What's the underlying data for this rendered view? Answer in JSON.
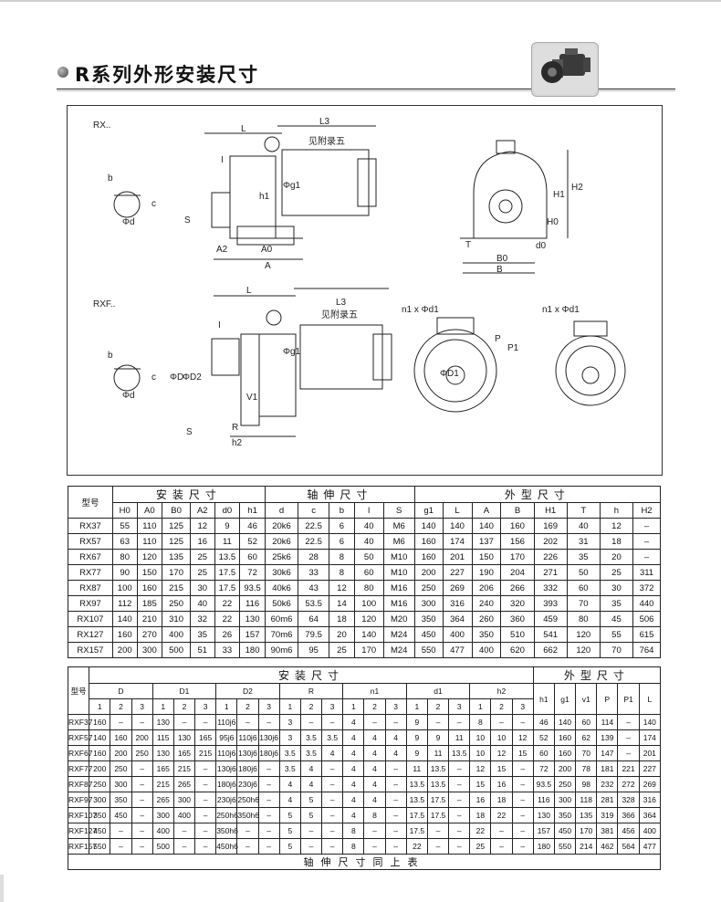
{
  "header": {
    "title": "R系列外形安装尺寸"
  },
  "drawing": {
    "rx": {
      "model_label": "RX..",
      "dims": [
        "L",
        "L3",
        "见附录五",
        "I",
        "b",
        "c",
        "Φd",
        "S",
        "h1",
        "Φg1",
        "A2",
        "A0",
        "A",
        "H0",
        "H1",
        "H2",
        "T",
        "B0",
        "B",
        "d0"
      ]
    },
    "rxf": {
      "model_label": "RXF..",
      "dims": [
        "L",
        "L3",
        "见附录五",
        "I",
        "Φg1",
        "b",
        "c",
        "Φd",
        "ΦD",
        "ΦD2",
        "V1",
        "S",
        "R",
        "h2",
        "n1 x Φd1",
        "n1 x Φd1",
        "P",
        "P1",
        "ΦD1"
      ]
    }
  },
  "table1": {
    "model_header": "型号",
    "group_headers": [
      "安装尺寸",
      "轴伸尺寸",
      "外型尺寸"
    ],
    "columns": [
      "H0",
      "A0",
      "B0",
      "A2",
      "d0",
      "h1",
      "d",
      "c",
      "b",
      "l",
      "S",
      "g1",
      "L",
      "A",
      "B",
      "H1",
      "T",
      "h",
      "H2"
    ],
    "rows": [
      [
        "RX37",
        "55",
        "110",
        "125",
        "12",
        "9",
        "46",
        "20k6",
        "22.5",
        "6",
        "40",
        "M6",
        "140",
        "140",
        "140",
        "160",
        "169",
        "40",
        "12",
        "–"
      ],
      [
        "RX57",
        "63",
        "110",
        "125",
        "16",
        "11",
        "52",
        "20k6",
        "22.5",
        "6",
        "40",
        "M6",
        "160",
        "174",
        "137",
        "156",
        "202",
        "31",
        "18",
        "–"
      ],
      [
        "RX67",
        "80",
        "120",
        "135",
        "25",
        "13.5",
        "60",
        "25k6",
        "28",
        "8",
        "50",
        "M10",
        "160",
        "201",
        "150",
        "170",
        "226",
        "35",
        "20",
        "–"
      ],
      [
        "RX77",
        "90",
        "150",
        "170",
        "25",
        "17.5",
        "72",
        "30k6",
        "33",
        "8",
        "60",
        "M10",
        "200",
        "227",
        "190",
        "204",
        "271",
        "50",
        "25",
        "311"
      ],
      [
        "RX87",
        "100",
        "160",
        "215",
        "30",
        "17.5",
        "93.5",
        "40k6",
        "43",
        "12",
        "80",
        "M16",
        "250",
        "269",
        "206",
        "266",
        "332",
        "60",
        "30",
        "372"
      ],
      [
        "RX97",
        "112",
        "185",
        "250",
        "40",
        "22",
        "116",
        "50k6",
        "53.5",
        "14",
        "100",
        "M16",
        "300",
        "316",
        "240",
        "320",
        "393",
        "70",
        "35",
        "440"
      ],
      [
        "RX107",
        "140",
        "210",
        "310",
        "32",
        "22",
        "130",
        "60m6",
        "64",
        "18",
        "120",
        "M20",
        "350",
        "364",
        "260",
        "360",
        "459",
        "80",
        "45",
        "506"
      ],
      [
        "RX127",
        "160",
        "270",
        "400",
        "35",
        "26",
        "157",
        "70m6",
        "79.5",
        "20",
        "140",
        "M24",
        "450",
        "400",
        "350",
        "510",
        "541",
        "120",
        "55",
        "615"
      ],
      [
        "RX157",
        "200",
        "300",
        "500",
        "51",
        "33",
        "180",
        "90m6",
        "95",
        "25",
        "170",
        "M24",
        "550",
        "477",
        "400",
        "620",
        "662",
        "120",
        "70",
        "764"
      ]
    ]
  },
  "table2": {
    "model_header": "型号",
    "group_headers": [
      "安装尺寸",
      "外型尺寸"
    ],
    "sub_groups": [
      "D",
      "D1",
      "D2",
      "R",
      "n1",
      "d1",
      "h2"
    ],
    "sub_index": [
      "1",
      "2",
      "3"
    ],
    "single_columns": [
      "h1",
      "g1",
      "v1",
      "P",
      "P1",
      "L"
    ],
    "rows": [
      [
        "RXF37",
        "160",
        "–",
        "–",
        "130",
        "–",
        "–",
        "110j6",
        "–",
        "–",
        "3",
        "–",
        "–",
        "4",
        "–",
        "–",
        "9",
        "–",
        "–",
        "8",
        "–",
        "–",
        "46",
        "140",
        "60",
        "114",
        "–",
        "140"
      ],
      [
        "RXF57",
        "140",
        "160",
        "200",
        "115",
        "130",
        "165",
        "95j6",
        "110j6",
        "130j6",
        "3",
        "3.5",
        "3.5",
        "4",
        "4",
        "4",
        "9",
        "9",
        "11",
        "10",
        "10",
        "12",
        "52",
        "160",
        "62",
        "139",
        "–",
        "174"
      ],
      [
        "RXF67",
        "160",
        "200",
        "250",
        "130",
        "165",
        "215",
        "110j6",
        "130j6",
        "180j6",
        "3.5",
        "3.5",
        "4",
        "4",
        "4",
        "4",
        "9",
        "11",
        "13.5",
        "10",
        "12",
        "15",
        "60",
        "160",
        "70",
        "147",
        "–",
        "201"
      ],
      [
        "RXF77",
        "200",
        "250",
        "–",
        "165",
        "215",
        "–",
        "130j6",
        "180j6",
        "–",
        "3.5",
        "4",
        "–",
        "4",
        "4",
        "–",
        "11",
        "13.5",
        "–",
        "12",
        "15",
        "–",
        "72",
        "200",
        "78",
        "181",
        "221",
        "227"
      ],
      [
        "RXF87",
        "250",
        "300",
        "–",
        "215",
        "265",
        "–",
        "180j6",
        "230j6",
        "–",
        "4",
        "4",
        "–",
        "4",
        "4",
        "–",
        "13.5",
        "13.5",
        "–",
        "15",
        "16",
        "–",
        "93.5",
        "250",
        "98",
        "232",
        "272",
        "269"
      ],
      [
        "RXF97",
        "300",
        "350",
        "–",
        "265",
        "300",
        "–",
        "230j6",
        "250h6",
        "–",
        "4",
        "5",
        "–",
        "4",
        "4",
        "–",
        "13.5",
        "17.5",
        "–",
        "16",
        "18",
        "–",
        "116",
        "300",
        "118",
        "281",
        "328",
        "316"
      ],
      [
        "RXF107",
        "350",
        "450",
        "–",
        "300",
        "400",
        "–",
        "250h6",
        "350h6",
        "–",
        "5",
        "5",
        "–",
        "4",
        "8",
        "–",
        "17.5",
        "17.5",
        "–",
        "18",
        "22",
        "–",
        "130",
        "350",
        "135",
        "319",
        "366",
        "364"
      ],
      [
        "RXF127",
        "450",
        "–",
        "–",
        "400",
        "–",
        "–",
        "350h6",
        "–",
        "–",
        "5",
        "–",
        "–",
        "8",
        "–",
        "–",
        "17.5",
        "–",
        "–",
        "22",
        "–",
        "–",
        "157",
        "450",
        "170",
        "381",
        "456",
        "400"
      ],
      [
        "RXF157",
        "550",
        "–",
        "–",
        "500",
        "–",
        "–",
        "450h6",
        "–",
        "–",
        "5",
        "–",
        "–",
        "8",
        "–",
        "–",
        "22",
        "–",
        "–",
        "25",
        "–",
        "–",
        "180",
        "550",
        "214",
        "462",
        "564",
        "477"
      ]
    ],
    "footer": "轴伸尺寸同上表"
  }
}
